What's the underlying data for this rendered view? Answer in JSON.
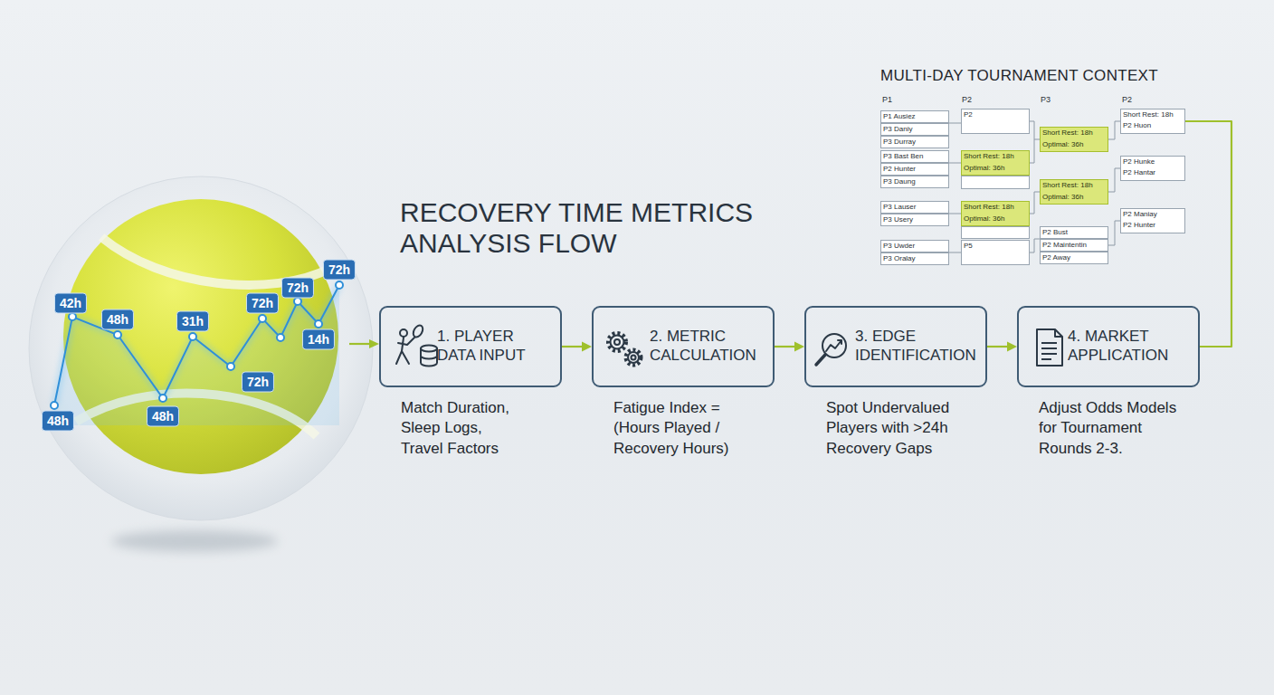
{
  "diagram": {
    "title": "RECOVERY TIME METRICS ANALYSIS FLOW",
    "nodes": [
      {
        "text": [
          "1. PLAYER DATA INPUT",
          "Match Duration, Sleep Logs, Travel Factors"
        ]
      },
      {
        "text": [
          "2. METRIC CALCULATION",
          "Fatigue Index = (Hours Played / Recovery Hours)"
        ]
      },
      {
        "text": [
          "3. EDGE IDENTIFICATION",
          "Spot Undervalued Players with >24h Recovery Gaps"
        ]
      },
      {
        "text": [
          "4. MARKET APPLICATION",
          "Adjust Odds Models for Tournament Rounds 2-3."
        ]
      },
      {
        "text": [
          "P1 Ausiez"
        ]
      },
      {
        "text": [
          "P3 Daniy"
        ]
      },
      {
        "text": [
          "P3 Durray"
        ]
      },
      {
        "text": [
          "P3 Bast Ben"
        ]
      },
      {
        "text": [
          "P2 Hunter"
        ]
      },
      {
        "text": [
          "P3 Daung"
        ]
      },
      {
        "text": [
          "P3 Lauser"
        ]
      },
      {
        "text": [
          "P3 Usery"
        ]
      },
      {
        "text": [
          "P3 Uwder"
        ]
      },
      {
        "text": [
          "P3 Oralay"
        ]
      },
      {
        "text": [
          "P2"
        ]
      },
      {
        "text": [
          "Short Rest: 18h",
          "Optimal: 36h"
        ]
      },
      {
        "text": [
          "Short Rest: 18h",
          "Optimal: 36h"
        ]
      },
      {
        "text": [
          "P5"
        ]
      },
      {
        "text": [
          "Short Rest: 18h",
          "Optimal: 36h"
        ]
      },
      {
        "text": [
          "Short Rest: 18h",
          "Optimal: 36h"
        ]
      },
      {
        "text": [
          "P2 Bust"
        ]
      },
      {
        "text": [
          "P2 Maintentin"
        ]
      },
      {
        "text": [
          "P2 Away"
        ]
      },
      {
        "text": [
          "Short Rest: 18h",
          "P2 Huon"
        ]
      },
      {
        "text": [
          "P2 Hunke",
          "P2 Hantar"
        ]
      },
      {
        "text": [
          "P2 Maniay",
          "P2 Hunter"
        ]
      }
    ],
    "edges": [
      {
        "from": 0,
        "to": 1,
        "arrow": "to"
      },
      {
        "from": 1,
        "to": 2,
        "arrow": "to"
      },
      {
        "from": 2,
        "to": 3,
        "arrow": "to"
      },
      {
        "from": 3,
        "to": 23,
        "arrow": "none"
      }
    ],
    "labels": [
      "42h",
      "48h",
      "31h",
      "72h",
      "72h",
      "72h",
      "14h",
      "72h",
      "48h",
      "48h",
      "MULTI-DAY TOURNAMENT CONTEXT",
      "P1",
      "P2",
      "P3",
      "P2"
    ]
  }
}
